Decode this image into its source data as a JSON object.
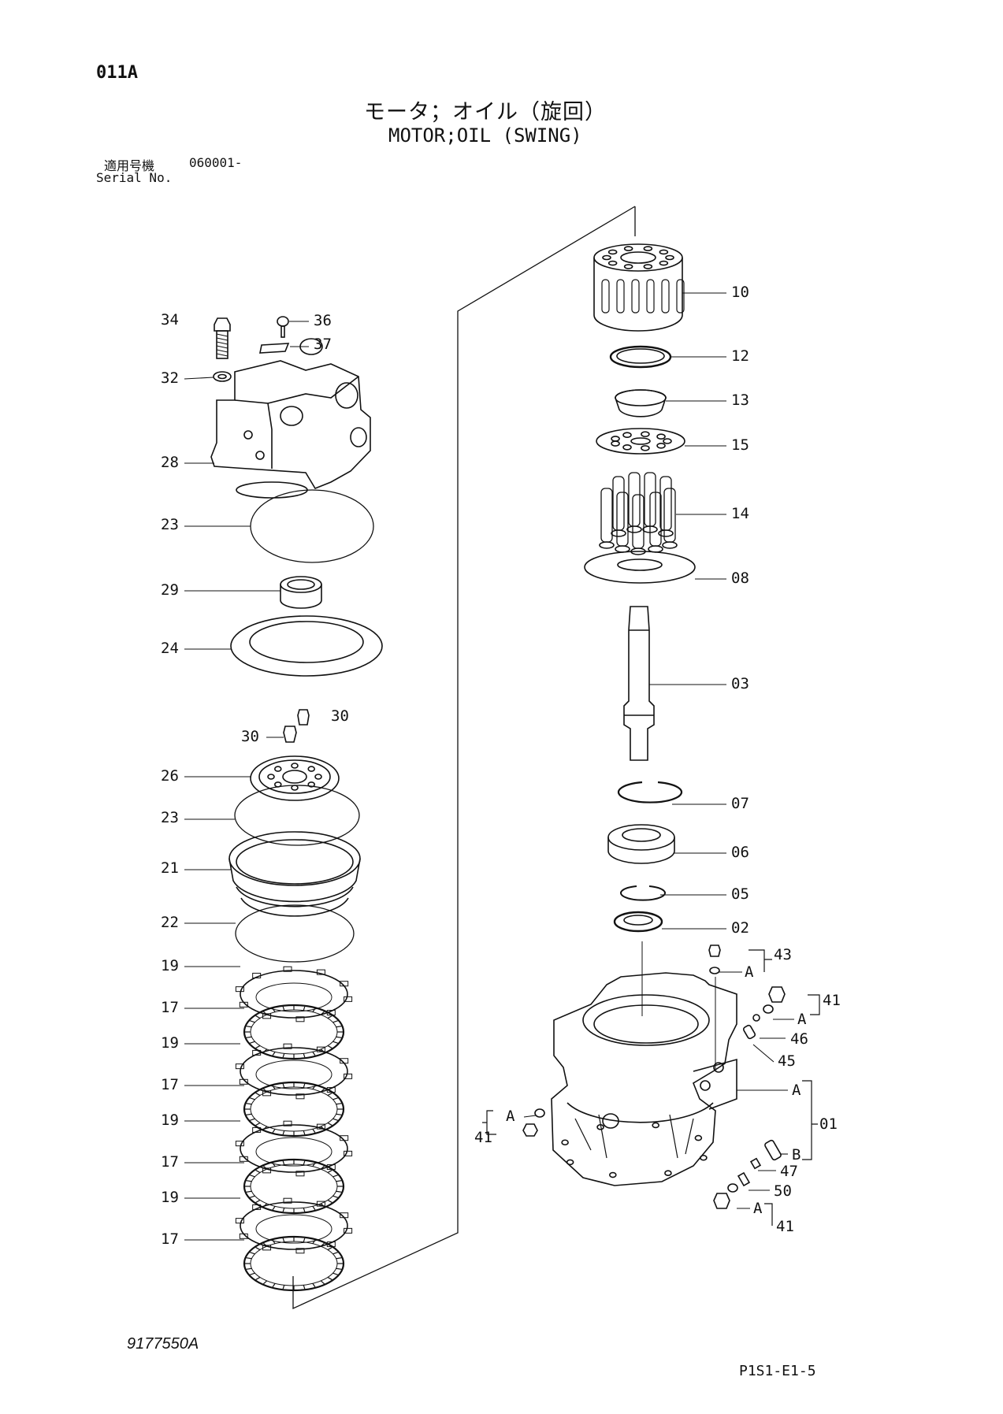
{
  "header": {
    "page_code": "011A",
    "title_jp": "モータ；オイル（旋回）",
    "title_en": "MOTOR;OIL (SWING)",
    "serial_label_jp": "適用号機",
    "serial_value": "060001-",
    "serial_label_en": "Serial No."
  },
  "footer": {
    "drawing_number": "9177550A",
    "reference_code": "P1S1-E1-5"
  },
  "callouts": {
    "left": [
      "34",
      "36",
      "37",
      "32",
      "28",
      "23",
      "29",
      "24",
      "30",
      "30",
      "26",
      "23",
      "21",
      "22",
      "19",
      "17",
      "19",
      "17",
      "19",
      "17",
      "19",
      "17"
    ],
    "right": [
      "10",
      "12",
      "13",
      "15",
      "14",
      "08",
      "03",
      "07",
      "06",
      "05",
      "02",
      "43",
      "A",
      "41",
      "A",
      "46",
      "45",
      "A",
      "01",
      "B",
      "A",
      "41",
      "47",
      "50",
      "A",
      "41"
    ]
  }
}
